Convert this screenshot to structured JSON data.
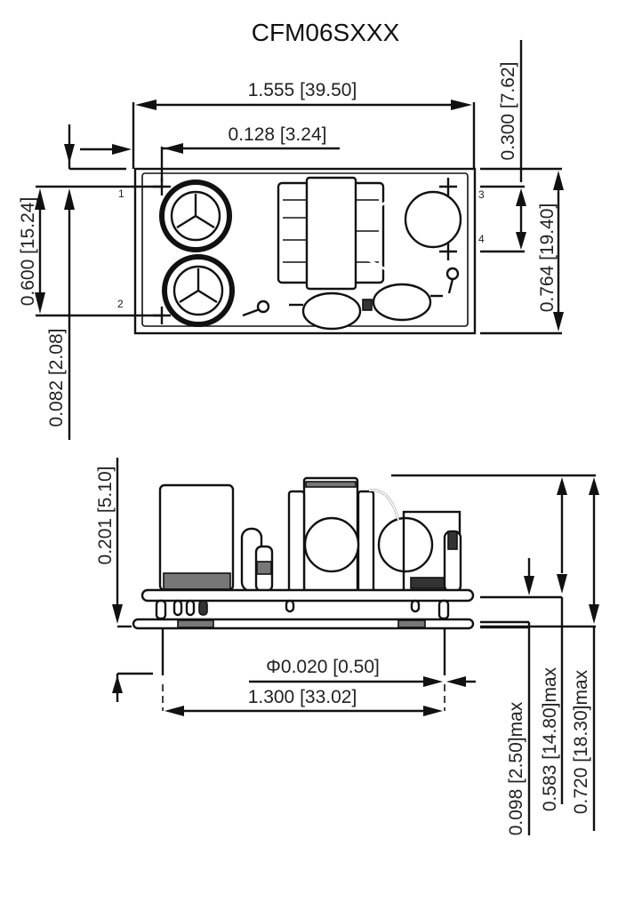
{
  "title": "CFM06SXXX",
  "top_view": {
    "dimensions": {
      "overall_length": "1.555 [39.50]",
      "pin1_offset_x": "0.128 [3.24]",
      "pin1_pin2_spacing": "0.600 [15.24]",
      "pin2_to_edge": "0.082 [2.08]",
      "pin3_from_top": "0.300 [7.62]",
      "overall_width": "0.764 [19.40]"
    },
    "pins": [
      "1",
      "2",
      "3",
      "4"
    ]
  },
  "side_view": {
    "dimensions": {
      "component_height": "0.201 [5.10]",
      "pin_diameter": "Φ0.020 [0.50]",
      "pin_spacing": "1.300 [33.02]",
      "pin_length": "0.098 [2.50]max",
      "body_height": "0.583 [14.80]max",
      "overall_height": "0.720 [18.30]max"
    }
  }
}
